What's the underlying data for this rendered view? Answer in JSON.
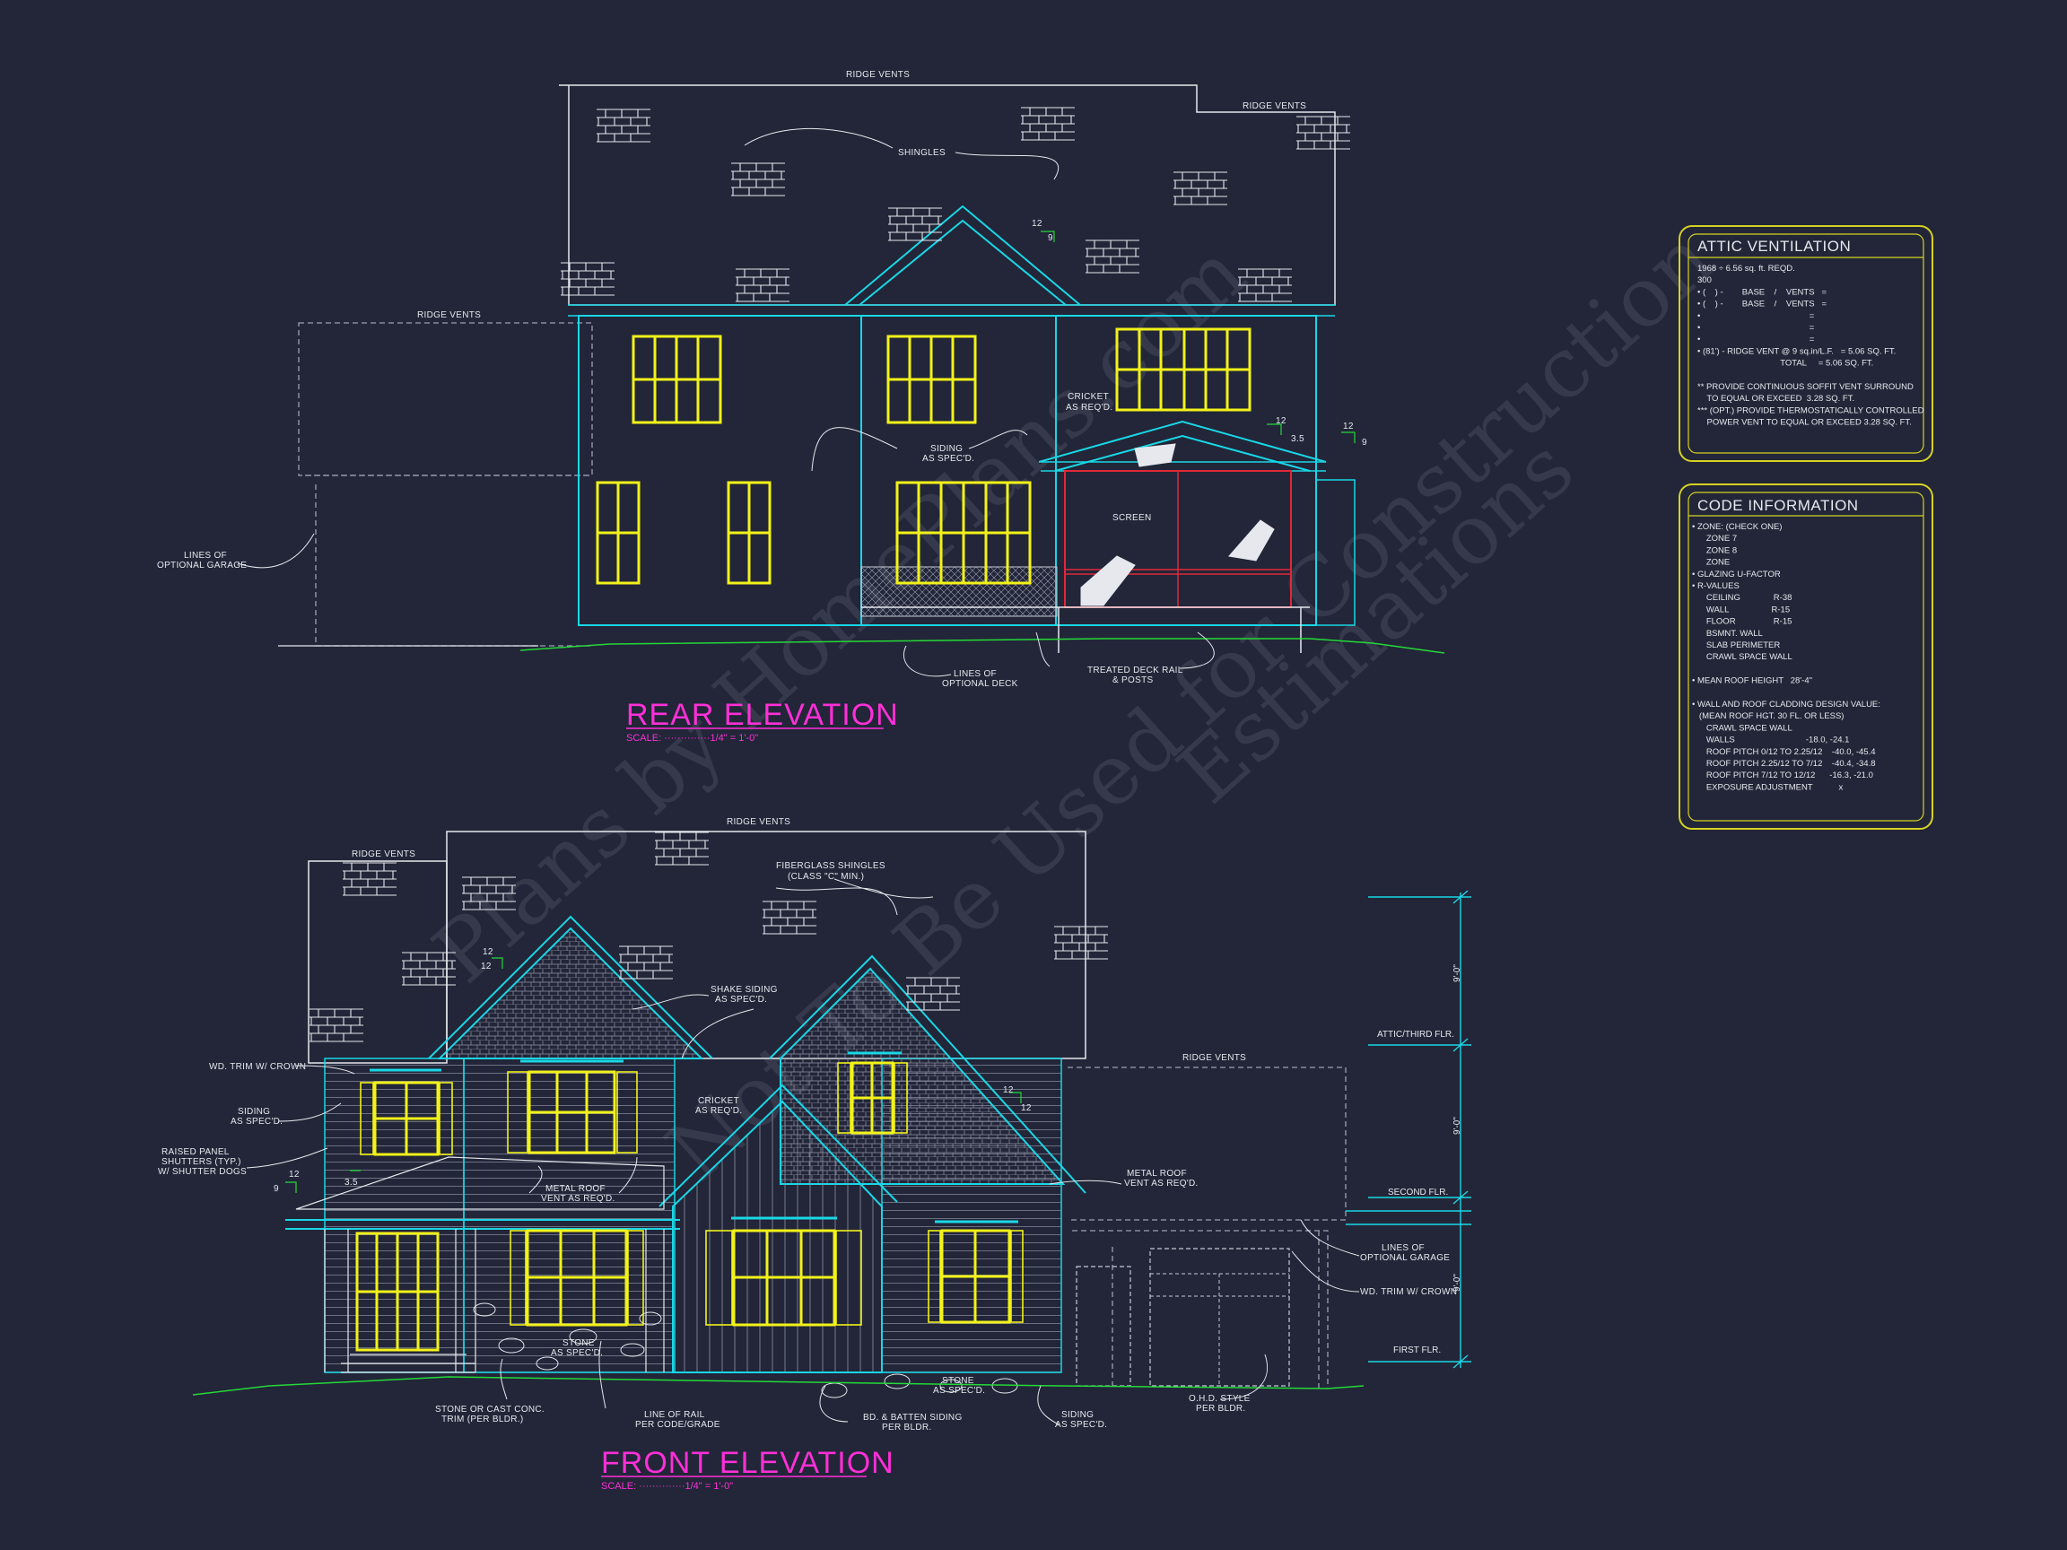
{
  "watermark": [
    "Plans by HomePlans.com",
    "Not To Be Used for Construction",
    "Estimations"
  ],
  "rear_elevation": {
    "title": "REAR ELEVATION",
    "scale": "SCALE: ··············1/4\" = 1'-0\"",
    "labels": {
      "ridge_vents_top": "RIDGE VENTS",
      "ridge_vents_right": "RIDGE VENTS",
      "ridge_vents_left": "RIDGE VENTS",
      "shingles": "SHINGLES",
      "cricket_1": "CRICKET",
      "cricket_2": "AS REQ'D.",
      "siding_1": "SIDING",
      "siding_2": "AS SPEC'D.",
      "screen": "SCREEN",
      "garage_1": "LINES OF",
      "garage_2": "OPTIONAL GARAGE",
      "deck_1": "LINES OF",
      "deck_2": "OPTIONAL DECK",
      "rail_1": "TREATED DECK RAIL",
      "rail_2": "& POSTS"
    },
    "pitches": {
      "a_rise": "12",
      "a_run": "9",
      "b_rise": "12",
      "b_run": "3.5",
      "c_rise": "12",
      "c_run": "9"
    }
  },
  "front_elevation": {
    "title": "FRONT ELEVATION",
    "scale": "SCALE: ··············1/4\" = 1'-0\"",
    "labels": {
      "ridge_vents_top": "RIDGE VENTS",
      "ridge_vents_left": "RIDGE VENTS",
      "ridge_vents_right": "RIDGE VENTS",
      "fiberglass_1": "FIBERGLASS SHINGLES",
      "fiberglass_2": "(CLASS \"C\" MIN.)",
      "shake_1": "SHAKE SIDING",
      "shake_2": "AS SPEC'D.",
      "wd_trim_1": "WD. TRIM W/ CROWN",
      "siding_1": "SIDING",
      "siding_2": "AS SPEC'D.",
      "shutter_1": "RAISED PANEL",
      "shutter_2": "SHUTTERS (TYP.)",
      "shutter_3": "W/ SHUTTER DOGS",
      "cricket_1": "CRICKET",
      "cricket_2": "AS REQ'D.",
      "metal_left_1": "METAL ROOF",
      "metal_left_2": "VENT AS REQ'D.",
      "metal_right_1": "METAL ROOF",
      "metal_right_2": "VENT AS REQ'D.",
      "garage_1": "LINES OF",
      "garage_2": "OPTIONAL GARAGE",
      "wd_trim_2": "WD. TRIM W/ CROWN",
      "stone_1": "STONE",
      "stone_2": "AS SPEC'D.",
      "stone_3": "STONE",
      "stone_4": "AS SPEC'D.",
      "stone_conc_1": "STONE OR CAST CONC.",
      "stone_conc_2": "TRIM (PER BLDR.)",
      "rail_1": "LINE OF RAIL",
      "rail_2": "PER CODE/GRADE",
      "batten_1": "BD. & BATTEN SIDING",
      "batten_2": "PER BLDR.",
      "siding_3": "SIDING",
      "siding_4": "AS SPEC'D.",
      "ohd_1": "O.H.D. STYLE",
      "ohd_2": "PER BLDR."
    },
    "levels": {
      "attic": "ATTIC/THIRD FLR.",
      "second": "SECOND FLR.",
      "first": "FIRST FLR."
    },
    "dims": {
      "d1": "9'-0\"",
      "d2": "9'-0\"",
      "d3": "9'-0\""
    },
    "pitches": {
      "a_rise": "12",
      "a_run": "12",
      "b_rise": "12",
      "b_run": "12",
      "c_rise": "12",
      "c_run": "9",
      "d_run": "3.5"
    }
  },
  "attic_ventilation": {
    "title": "ATTIC VENTILATION",
    "lines": [
      "1968 ÷ 6.56 sq. ft. REQD.",
      "300",
      "• (    ) -        BASE    /    VENTS   =",
      "• (    ) -        BASE    /    VENTS   =",
      "•                                              =",
      "•                                              =",
      "•                                              =",
      "• (81') - RIDGE VENT @ 9 sq.in/L.F.   = 5.06 SQ. FT.",
      "                                   TOTAL     = 5.06 SQ. FT.",
      "",
      "** PROVIDE CONTINUOUS SOFFIT VENT SURROUND",
      "    TO EQUAL OR EXCEED  3.28 SQ. FT.",
      "*** (OPT.) PROVIDE THERMOSTATICALLY CONTROLLED",
      "    POWER VENT TO EQUAL OR EXCEED 3.28 SQ. FT."
    ]
  },
  "code_information": {
    "title": "CODE INFORMATION",
    "lines": [
      "• ZONE: (CHECK ONE)",
      "      ZONE 7",
      "      ZONE 8",
      "      ZONE",
      "• GLAZING U-FACTOR",
      "• R-VALUES",
      "      CEILING              R-38",
      "      WALL                  R-15",
      "      FLOOR                R-15",
      "      BSMNT. WALL",
      "      SLAB PERIMETER",
      "      CRAWL SPACE WALL",
      "",
      "• MEAN ROOF HEIGHT   28'-4\"",
      "",
      "• WALL AND ROOF CLADDING DESIGN VALUE:",
      "   (MEAN ROOF HGT. 30 FL. OR LESS)",
      "      CRAWL SPACE WALL",
      "      WALLS                              -18.0, -24.1",
      "      ROOF PITCH 0/12 TO 2.25/12    -40.0, -45.4",
      "      ROOF PITCH 2.25/12 TO 7/12    -40.4, -34.8",
      "      ROOF PITCH 7/12 TO 12/12      -16.3, -21.0",
      "      EXPOSURE ADJUSTMENT           x"
    ]
  },
  "colors": {
    "background": "#222638",
    "linework": "#e6e8ee",
    "wall_cyan": "#19d7e6",
    "window_yellow": "#f2f21a",
    "title_magenta": "#ff2fd8",
    "grade_green": "#25d838",
    "screen_red": "#e02838",
    "table_border": "#d6d223"
  }
}
